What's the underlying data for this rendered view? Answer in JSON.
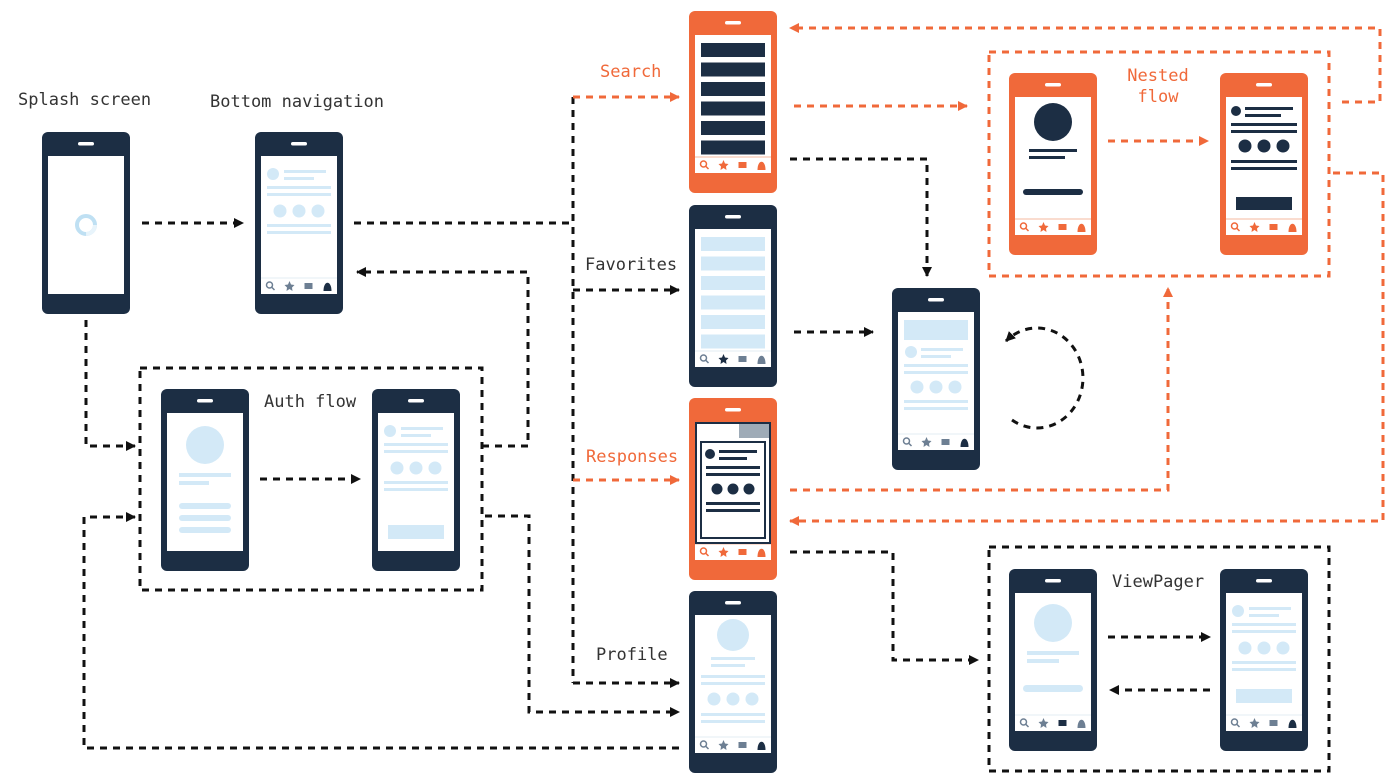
{
  "colors": {
    "frame_dark": "#1c2e44",
    "frame_accent": "#f0693a",
    "placeholder": "#d3e9f7",
    "screen_bg": "#ffffff",
    "arrow_default": "#111111",
    "arrow_accent": "#f0693a",
    "label_default": "#333333",
    "label_accent": "#f0693a"
  },
  "labels": {
    "splash": "Splash screen",
    "bottom_nav": "Bottom navigation",
    "auth": "Auth flow",
    "search": "Search",
    "favorites": "Favorites",
    "responses": "Responses",
    "profile": "Profile",
    "nested_1": "Nested",
    "nested_2": "flow",
    "viewpager": "ViewPager"
  },
  "icons": {
    "tab_bar": [
      "search-icon",
      "star-icon",
      "mail-icon",
      "profile-icon"
    ],
    "splash_loader": "loading-spinner-icon",
    "refresh_loop": "refresh-loop-icon"
  }
}
